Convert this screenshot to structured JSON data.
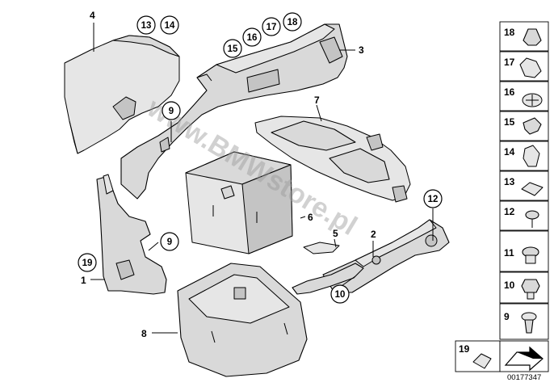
{
  "watermark": "www.BMWstore.pl",
  "reference_number": "00177347",
  "callouts": {
    "c1": "1",
    "c2": "2",
    "c3": "3",
    "c4": "4",
    "c5": "5",
    "c6": "6",
    "c7": "7",
    "c8": "8",
    "c9a": "9",
    "c9b": "9",
    "c10": "10",
    "c12": "12",
    "c13": "13",
    "c14": "14",
    "c15": "15",
    "c16": "16",
    "c17": "17",
    "c18": "18",
    "c19": "19"
  },
  "legend": {
    "r18": "18",
    "r17": "17",
    "r16": "16",
    "r15": "15",
    "r14": "14",
    "r13": "13",
    "r12": "12",
    "r11": "11",
    "r10": "10",
    "r9": "9",
    "r19": "19"
  }
}
